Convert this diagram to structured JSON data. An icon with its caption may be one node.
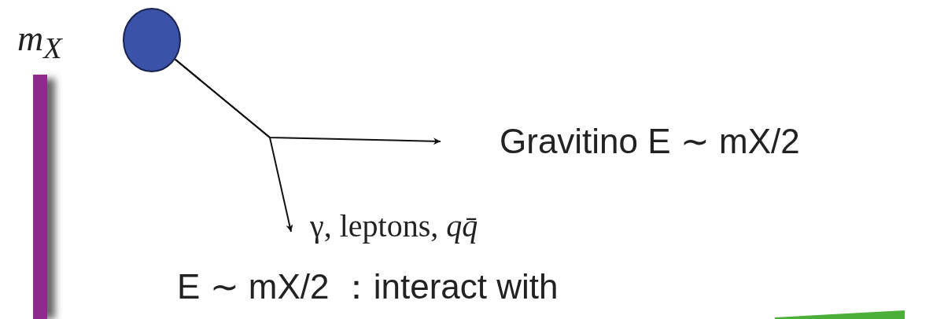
{
  "diagram": {
    "nodes": [
      {
        "text": [],
        "shape": "circle"
      },
      {
        "text": [
          "Gravitino E ∼ mX/2"
        ]
      },
      {
        "text": [
          "γ, leptons, *qq̄*"
        ]
      }
    ],
    "edges": [
      {
        "from": 0,
        "to": 1,
        "arrow": "to"
      },
      {
        "from": 0,
        "to": 2,
        "arrow": "to"
      }
    ],
    "labels": [
      "m$_{X}$",
      "E ∼ mX/2 ：interact with"
    ]
  }
}
